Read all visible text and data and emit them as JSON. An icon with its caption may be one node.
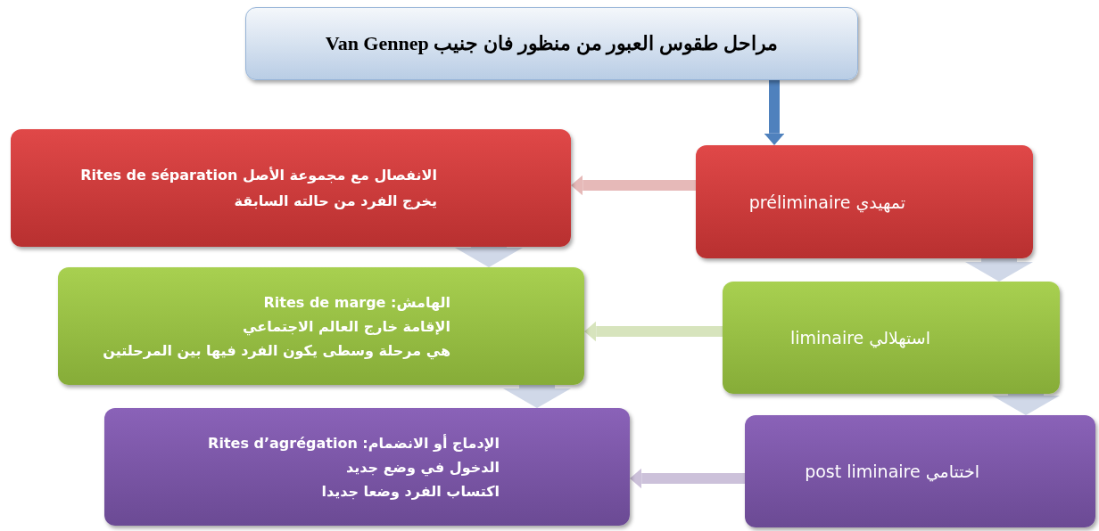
{
  "diagram": {
    "nodes": [
      {
        "text": [
          "مراحل طقوس العبور من منظور فان جنيب Van Gennep"
        ]
      },
      {
        "text": [
          "تمهيدي préliminaire"
        ]
      },
      {
        "text": [
          "الانفصال مع مجموعة الأصل Rites de séparation",
          "يخرج الفرد من حالته السابقة"
        ]
      },
      {
        "text": [
          "استهلالي liminaire"
        ]
      },
      {
        "text": [
          "الهامش: Rites de marge",
          "الإقامة خارج العالم الاجتماعي",
          "هي مرحلة وسطى يكون الفرد فيها بين المرحلتين"
        ]
      },
      {
        "text": [
          "اختتامي post liminaire"
        ]
      },
      {
        "text": [
          "الإدماج أو الانضمام: Rites d’agrégation",
          "الدخول في وضع جديد",
          "اكتساب الفرد وضعا جديدا"
        ]
      }
    ],
    "edges": [
      {
        "from": 0,
        "to": 1,
        "arrow": "to",
        "color": "#4f81bd"
      },
      {
        "from": 1,
        "to": 2,
        "arrow": "to",
        "color": "#e6b9b8"
      },
      {
        "from": 1,
        "to": 3,
        "arrow": "to",
        "style": "thick"
      },
      {
        "from": 2,
        "to": 4,
        "arrow": "to",
        "style": "thick"
      },
      {
        "from": 3,
        "to": 4,
        "arrow": "to",
        "color": "#d7e4bd"
      },
      {
        "from": 3,
        "to": 5,
        "arrow": "to",
        "style": "thick"
      },
      {
        "from": 4,
        "to": 6,
        "arrow": "to",
        "style": "thick"
      },
      {
        "from": 5,
        "to": 6,
        "arrow": "to",
        "color": "#ccc1da"
      }
    ]
  }
}
